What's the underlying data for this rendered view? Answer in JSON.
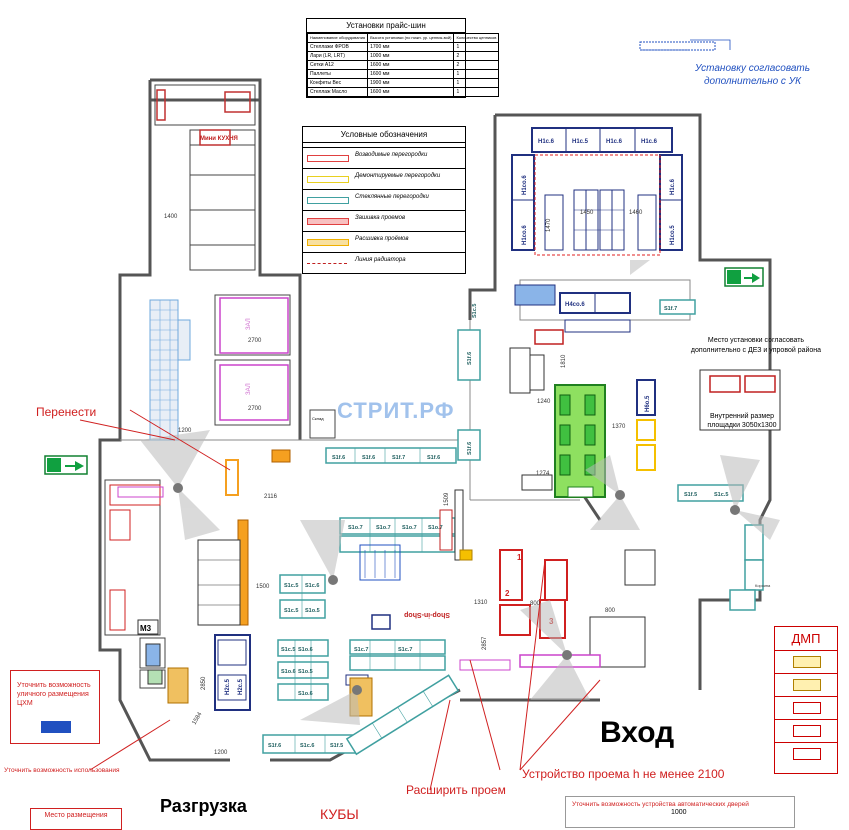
{
  "price_table": {
    "title": "Установки прайс-шин",
    "headers": [
      "Наименование оборудования",
      "Высота установки (по нижн. ур. ценник-вой)",
      "Количество ценников"
    ],
    "rows": [
      {
        "name": "Стеллажи ФРОВ",
        "height": "1700 мм",
        "count": "1"
      },
      {
        "name": "Лари (LR, LRT)",
        "height": "1000 мм",
        "count": "2"
      },
      {
        "name": "Сетки А12",
        "height": "1600 мм",
        "count": "2"
      },
      {
        "name": "Паллеты",
        "height": "1600 мм",
        "count": "1"
      },
      {
        "name": "Конфеты Вес",
        "height": "1900 мм",
        "count": "1"
      },
      {
        "name": "Стеллаж Масло",
        "height": "1600 мм",
        "count": "1"
      }
    ]
  },
  "legend": {
    "title": "Условные обозначения",
    "items": [
      {
        "label": "Возводимые перегородки",
        "color": "#e04040"
      },
      {
        "label": "Демонтируемые перегородки",
        "color": "#e8d020"
      },
      {
        "label": "Стеклянные перегородки",
        "color": "#40a0a0"
      },
      {
        "label": "Зашивка проемов",
        "color": "#e04040"
      },
      {
        "label": "Расшивка проёмов",
        "color": "#f0b000"
      },
      {
        "label": "Линия радиатора",
        "color": "#c02020"
      }
    ]
  },
  "notes": {
    "uk": "Установку согласовать дополнительно с УК",
    "dez": "Место установки согласовать дополнительно с ДЕЗ и упровой района",
    "inner_size": "Внутренний размер площадки 3050х1300",
    "move": "Перенести",
    "watermark": "СТРИТ.РФ",
    "entrance": "Вход",
    "unload": "Разгрузка",
    "cubes": "КУБЫ",
    "widen": "Расширить проем",
    "opening": "Устройство проема h не менее 2100",
    "tsxm": "Уточнить возможность уличного размещения ЦХМ",
    "use": "Уточнить возможность использования",
    "place": "Место размещения",
    "doors": "Уточнить возможность устройства автоматических дверей",
    "dim_1000": "1000",
    "dmp": "ДМП"
  },
  "dims": {
    "d1400": "1400",
    "d2700a": "2700",
    "d2700b": "2700",
    "d1200a": "1200",
    "d2116": "2116",
    "d1500": "1500",
    "d1240": "1240",
    "d1274": "1274",
    "d1370": "1370",
    "d1810": "1810",
    "d1310": "1310",
    "d800a": "800",
    "d800b": "800",
    "d2857": "2857",
    "d1200b": "1200",
    "d2850": "2850",
    "d1584": "1584",
    "d1470": "1470",
    "d1450": "1450",
    "d1460": "1460",
    "d1509": "1509"
  },
  "equipment": {
    "shelves": [
      "H1c.6",
      "H1c.5",
      "H1c.6",
      "H1c.6",
      "H1co.6",
      "H1co.6",
      "H1c.6",
      "H1co.5",
      "H4co.6",
      "H6o.5",
      "H2c.5",
      "H2c.5"
    ],
    "s_labels": [
      "S1c.5",
      "S1f.6",
      "S1f.6",
      "S1f.6",
      "S1f.6",
      "S1f.7",
      "S1f.6",
      "S1o.7",
      "S1o.7",
      "S1o.7",
      "S1o.7",
      "S1c.5",
      "S1c.6",
      "S1c.5",
      "S1o.5",
      "S1c.5",
      "S1o.6",
      "S1o.6",
      "S1o.5",
      "S1o.6",
      "S1c.7",
      "S1c.7",
      "S1f.6",
      "S1c.6",
      "S1f.5",
      "S1f.5",
      "S1c.5",
      "S1f.7"
    ],
    "shop_in_shop": "Shop-in-Shop",
    "kitchen": "Мини КУХНЯ",
    "m3": "М3",
    "korzh": "Корзина"
  }
}
